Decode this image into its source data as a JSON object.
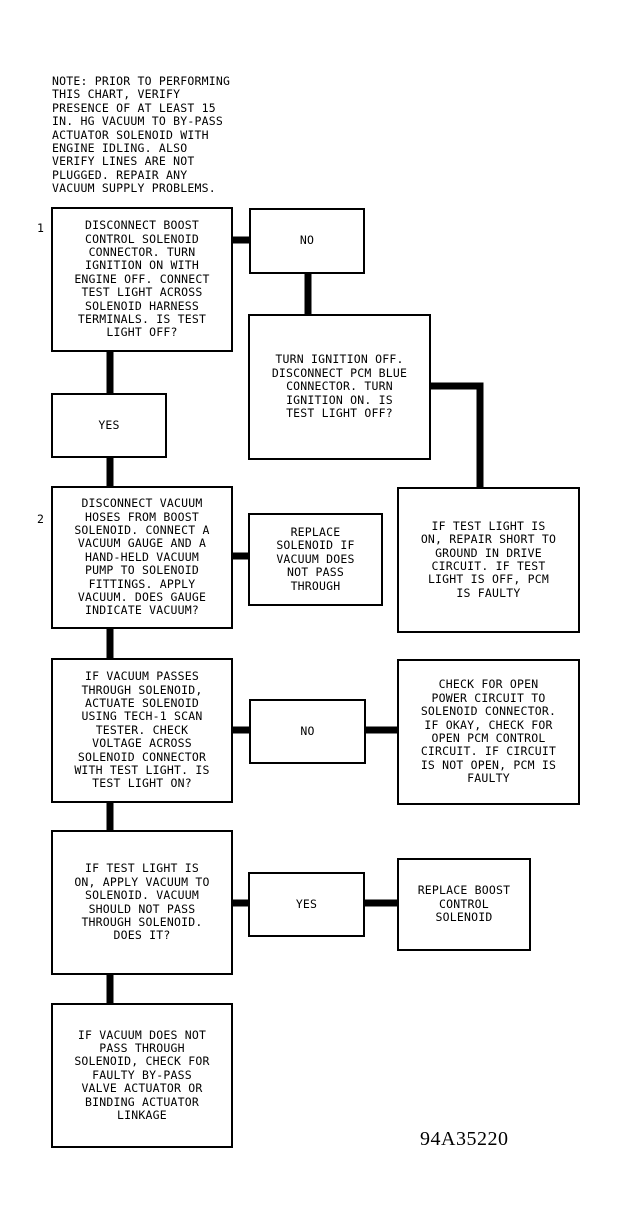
{
  "note": "NOTE: PRIOR TO PERFORMING\nTHIS CHART, VERIFY\nPRESENCE OF AT LEAST 15\nIN. HG VACUUM TO BY-PASS\nACTUATOR SOLENOID WITH\nENGINE IDLING. ALSO\nVERIFY LINES ARE NOT\nPLUGGED. REPAIR ANY\nVACUUM SUPPLY PROBLEMS.",
  "steps": {
    "step1": "1",
    "step2": "2"
  },
  "boxes": {
    "q1": "DISCONNECT BOOST\nCONTROL SOLENOID\nCONNECTOR. TURN\nIGNITION ON WITH\nENGINE OFF. CONNECT\nTEST LIGHT ACROSS\nSOLENOID HARNESS\nTERMINALS. IS TEST\nLIGHT OFF?",
    "no1": "NO",
    "turn_ign": "TURN IGNITION OFF.\nDISCONNECT PCM BLUE\nCONNECTOR. TURN\nIGNITION ON. IS\nTEST LIGHT OFF?",
    "yes1": "YES",
    "short": "IF TEST LIGHT IS\nON, REPAIR SHORT TO\nGROUND IN DRIVE\nCIRCUIT. IF TEST\nLIGHT IS OFF, PCM\nIS FAULTY",
    "q2": "DISCONNECT VACUUM\nHOSES FROM BOOST\nSOLENOID. CONNECT A\nVACUUM GAUGE AND A\nHAND-HELD VACUUM\nPUMP TO SOLENOID\nFITTINGS. APPLY\nVACUUM. DOES GAUGE\nINDICATE VACUUM?",
    "replace_sol": "REPLACE\nSOLENOID IF\nVACUUM DOES\nNOT PASS\nTHROUGH",
    "q3": "IF VACUUM PASSES\nTHROUGH SOLENOID,\nACTUATE SOLENOID\nUSING TECH-1 SCAN\nTESTER. CHECK\nVOLTAGE ACROSS\nSOLENOID CONNECTOR\nWITH TEST LIGHT. IS\nTEST LIGHT ON?",
    "no3": "NO",
    "check_open": "CHECK FOR OPEN\nPOWER CIRCUIT TO\nSOLENOID CONNECTOR.\nIF OKAY, CHECK FOR\nOPEN PCM CONTROL\nCIRCUIT. IF CIRCUIT\nIS NOT OPEN, PCM IS\nFAULTY",
    "q4": "IF TEST LIGHT IS\nON, APPLY VACUUM TO\nSOLENOID. VACUUM\nSHOULD NOT PASS\nTHROUGH SOLENOID.\nDOES IT?",
    "yes4": "YES",
    "replace_boost": "REPLACE BOOST\nCONTROL\nSOLENOID",
    "final": "IF VACUUM DOES NOT\nPASS THROUGH\nSOLENOID, CHECK FOR\nFAULTY BY-PASS\nVALVE ACTUATOR OR\nBINDING ACTUATOR\nLINKAGE"
  },
  "figure_id": "94A35220"
}
